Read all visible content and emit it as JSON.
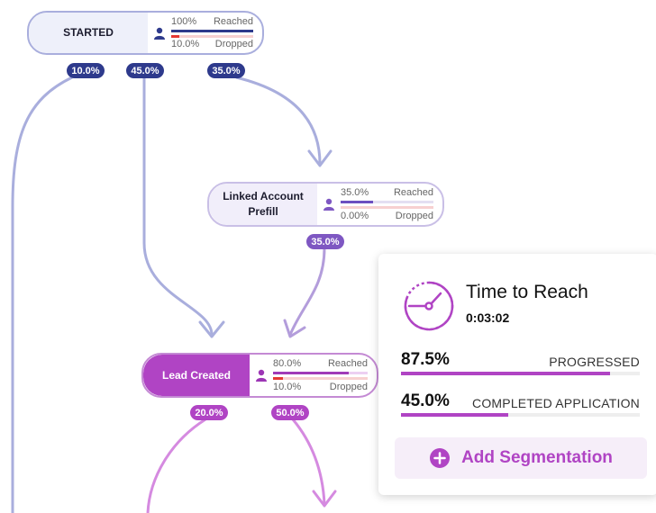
{
  "colors": {
    "accent": "#b044c4",
    "navy": "#2e3a8c",
    "lavender": "#a9aedd",
    "violet": "#7e57c2",
    "pink": "#d58ae0",
    "dropped_red": "#e53935"
  },
  "nodes": {
    "started": {
      "label": "STARTED",
      "icon": "person-icon",
      "reached_pct": "100%",
      "reached_label": "Reached",
      "reached_fraction": 1.0,
      "dropped_pct": "10.0%",
      "dropped_label": "Dropped",
      "dropped_fraction": 0.1
    },
    "linked_account_prefill": {
      "label": "Linked Account Prefill",
      "icon": "person-icon",
      "reached_pct": "35.0%",
      "reached_label": "Reached",
      "reached_fraction": 0.35,
      "dropped_pct": "0.00%",
      "dropped_label": "Dropped",
      "dropped_fraction": 0.0
    },
    "lead_created": {
      "label": "Lead Created",
      "icon": "person-icon",
      "reached_pct": "80.0%",
      "reached_label": "Reached",
      "reached_fraction": 0.8,
      "dropped_pct": "10.0%",
      "dropped_label": "Dropped",
      "dropped_fraction": 0.1
    }
  },
  "edges": {
    "started_left": "10.0%",
    "started_to_lead": "45.0%",
    "started_to_linked": "35.0%",
    "linked_to_lead": "35.0%",
    "lead_left": "20.0%",
    "lead_right": "50.0%"
  },
  "time_to_reach": {
    "title": "Time to Reach",
    "value": "0:03:02",
    "icon": "stopwatch-icon",
    "metrics": [
      {
        "value": "87.5%",
        "label": "PROGRESSED",
        "fraction": 0.875
      },
      {
        "value": "45.0%",
        "label": "COMPLETED APPLICATION",
        "fraction": 0.45
      }
    ],
    "add_segmentation_label": "Add Segmentation",
    "add_icon": "plus-circle-icon"
  }
}
